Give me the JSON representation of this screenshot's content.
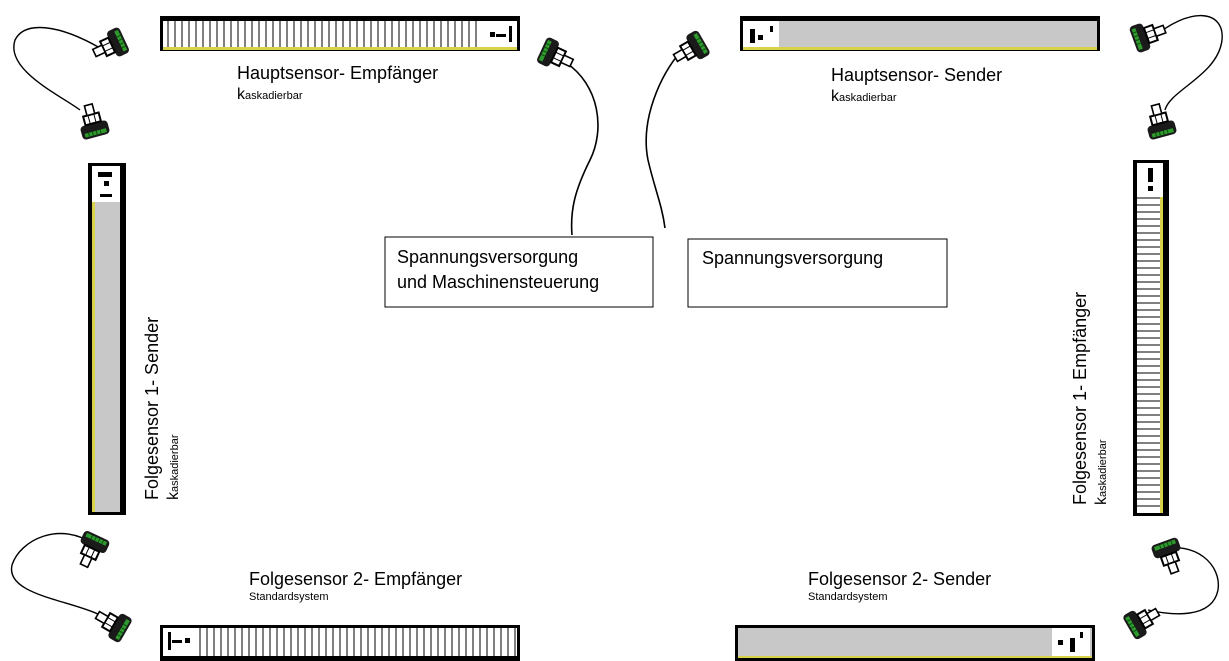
{
  "sensors": {
    "master_receiver": {
      "title": "Hauptsensor- Empfänger",
      "sub_initial": "k",
      "sub_rest": "askadierbar"
    },
    "master_sender": {
      "title": "Hauptsensor- Sender",
      "sub_initial": "k",
      "sub_rest": "askadierbar"
    },
    "follower1_sender": {
      "title": "Folgesensor 1- Sender",
      "sub_initial": "k",
      "sub_rest": "askadierbar"
    },
    "follower1_receiver": {
      "title": "Folgesensor 1- Empfänger",
      "sub_initial": "k",
      "sub_rest": "askadierbar"
    },
    "follower2_receiver": {
      "title": "Folgesensor 2- Empfänger",
      "sub": "Standardsystem"
    },
    "follower2_sender": {
      "title": "Folgesensor 2- Sender",
      "sub": "Standardsystem"
    }
  },
  "boxes": {
    "power_control": {
      "line1": "Spannungsversorgung",
      "line2": "und Maschinensteuerung"
    },
    "power": {
      "line1": "Spannungsversorgung"
    }
  },
  "colors": {
    "accent_yellow": "#d8d24a",
    "bar_gray": "#c8c8c8",
    "connector_green": "#3a8a3a",
    "outline": "#000000"
  }
}
